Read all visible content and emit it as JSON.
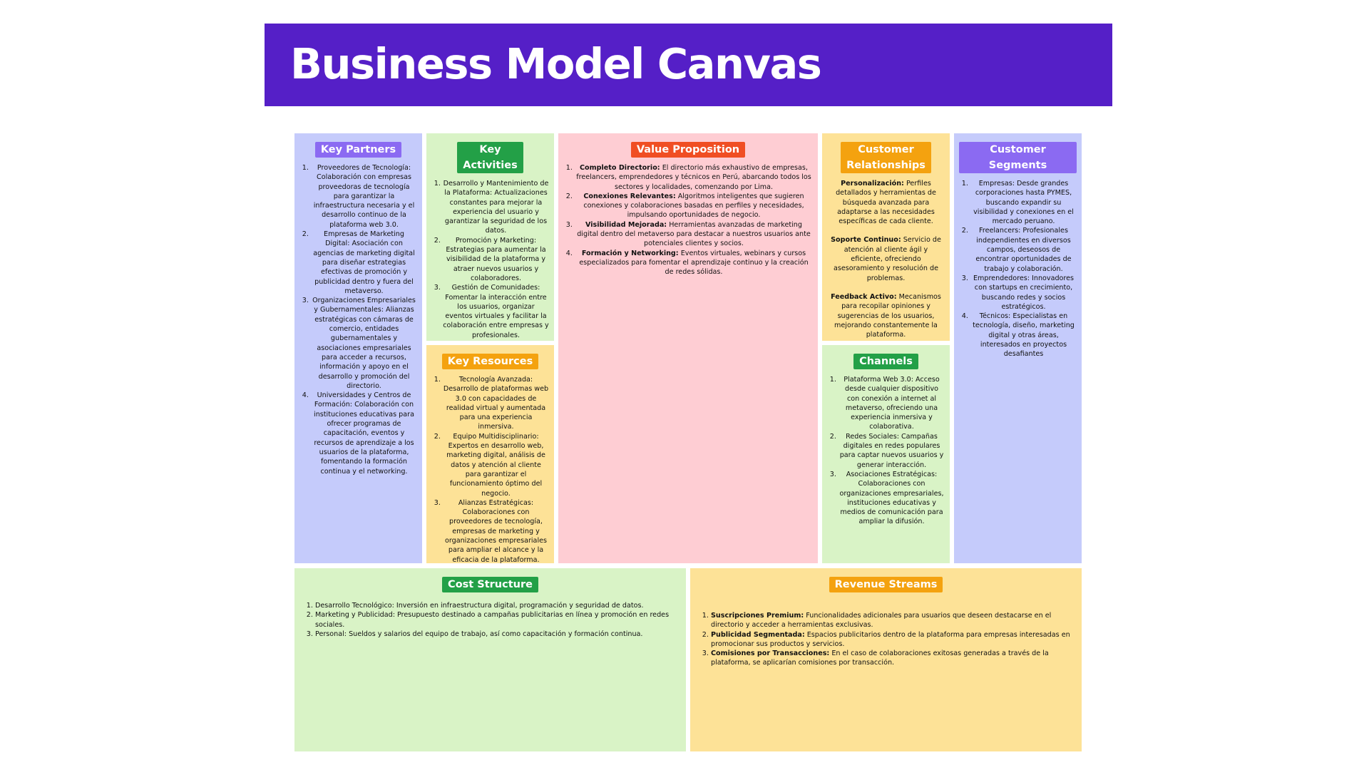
{
  "title": "Business Model Canvas",
  "key_partners": {
    "label": "Key Partners",
    "items": [
      "Proveedores de Tecnología: Colaboración con empresas proveedoras de tecnología para garantizar la infraestructura necesaria y el desarrollo continuo de la plataforma web 3.0.",
      "Empresas de Marketing Digital: Asociación con agencias de marketing digital para diseñar estrategias efectivas de promoción y publicidad dentro y fuera del metaverso.",
      "Organizaciones Empresariales y Gubernamentales: Alianzas estratégicas con cámaras de comercio, entidades gubernamentales y asociaciones empresariales para acceder a recursos, información y apoyo en el desarrollo y promoción del directorio.",
      "Universidades y Centros de Formación: Colaboración con instituciones educativas para ofrecer programas de capacitación, eventos y recursos de aprendizaje a los usuarios de la plataforma, fomentando la formación continua y el networking."
    ]
  },
  "key_activities": {
    "label_line1": "Key",
    "label_line2": "Activities",
    "items": [
      "Desarrollo y Mantenimiento de la Plataforma: Actualizaciones constantes para mejorar la experiencia del usuario y garantizar la seguridad de los datos.",
      "Promoción y Marketing: Estrategias para aumentar la visibilidad de la plataforma y atraer nuevos usuarios y colaboradores.",
      "Gestión de Comunidades: Fomentar la interacción entre los usuarios, organizar eventos virtuales y facilitar la colaboración entre empresas y profesionales."
    ]
  },
  "key_resources": {
    "label": "Key Resources",
    "items": [
      "Tecnología Avanzada: Desarrollo de plataformas web 3.0 con capacidades de realidad virtual y aumentada para una experiencia inmersiva.",
      "Equipo Multidisciplinario: Expertos en desarrollo web, marketing digital, análisis de datos y atención al cliente para garantizar el funcionamiento óptimo del negocio.",
      "Alianzas Estratégicas: Colaboraciones con proveedores de tecnología, empresas de marketing y organizaciones empresariales para ampliar el alcance y la eficacia de la plataforma."
    ]
  },
  "value_proposition": {
    "label": "Value Proposition",
    "items": [
      {
        "term": "Completo Directorio:",
        "text": " El directorio más exhaustivo de empresas, freelancers, emprendedores y técnicos en Perú, abarcando todos los sectores y localidades, comenzando por Lima."
      },
      {
        "term": "Conexiones Relevantes:",
        "text": " Algoritmos inteligentes que sugieren conexiones y colaboraciones basadas en perfiles y necesidades, impulsando oportunidades de negocio."
      },
      {
        "term": "Visibilidad Mejorada:",
        "text": " Herramientas avanzadas de marketing digital dentro del metaverso para destacar a nuestros usuarios ante potenciales clientes y socios."
      },
      {
        "term": "Formación y Networking:",
        "text": " Eventos virtuales, webinars y cursos especializados para fomentar el aprendizaje continuo y la creación de redes sólidas."
      }
    ]
  },
  "customer_relationships": {
    "label_line1": "Customer",
    "label_line2": "Relationships",
    "paras": [
      {
        "term": "Personalización:",
        "text": " Perfiles detallados y herramientas de búsqueda avanzada para adaptarse a las necesidades específicas de cada cliente."
      },
      {
        "term": "Soporte Continuo:",
        "text": " Servicio de atención al cliente ágil y eficiente, ofreciendo asesoramiento y resolución de problemas."
      },
      {
        "term": "Feedback Activo:",
        "text": " Mecanismos para recopilar opiniones y sugerencias de los usuarios, mejorando constantemente la plataforma."
      }
    ]
  },
  "channels": {
    "label": "Channels",
    "items": [
      "Plataforma Web 3.0: Acceso desde cualquier dispositivo con conexión a internet al metaverso, ofreciendo una experiencia inmersiva y colaborativa.",
      "Redes Sociales: Campañas digitales en redes populares para captar nuevos usuarios y generar interacción.",
      "Asociaciones Estratégicas: Colaboraciones con organizaciones empresariales, instituciones educativas y medios de comunicación para ampliar la difusión."
    ]
  },
  "customer_segments": {
    "label": "Customer Segments",
    "items": [
      "Empresas: Desde grandes corporaciones hasta PYMES, buscando expandir su visibilidad y conexiones en el mercado peruano.",
      "Freelancers: Profesionales independientes en diversos campos, deseosos de encontrar oportunidades de trabajo y colaboración.",
      "Emprendedores: Innovadores con startups en crecimiento, buscando redes y socios estratégicos.",
      "Técnicos: Especialistas en tecnología, diseño, marketing digital y otras áreas, interesados en proyectos desafiantes"
    ]
  },
  "cost_structure": {
    "label": "Cost Structure",
    "items": [
      "Desarrollo Tecnológico: Inversión en infraestructura digital, programación y seguridad de datos.",
      "Marketing y Publicidad: Presupuesto destinado a campañas publicitarias en línea y promoción en redes sociales.",
      "Personal: Sueldos y salarios del equipo de trabajo, así como capacitación y formación continua."
    ]
  },
  "revenue_streams": {
    "label": "Revenue Streams",
    "items": [
      {
        "term": "Suscripciones Premium:",
        "text": " Funcionalidades adicionales para usuarios que deseen destacarse en el directorio y acceder a herramientas exclusivas."
      },
      {
        "term": "Publicidad Segmentada:",
        "text": " Espacios publicitarios dentro de la plataforma para empresas interesadas en promocionar sus productos y servicios."
      },
      {
        "term": "Comisiones por Transacciones:",
        "text": " En el caso de colaboraciones exitosas generadas a través de la plataforma, se aplicarían comisiones por transacción."
      }
    ]
  },
  "colors": {
    "banner": "#551fc7",
    "purple_box": "#c5cbfb",
    "green_box": "#d9f3c6",
    "pink_box": "#fecdd3",
    "yellow_box": "#fde297"
  }
}
